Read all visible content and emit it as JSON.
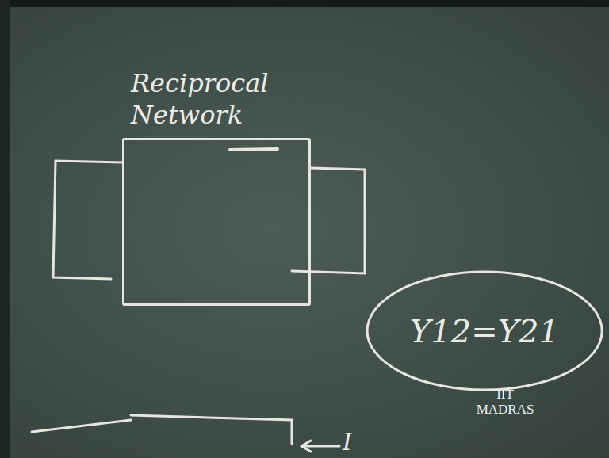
{
  "diagram": {
    "nodes": [
      {
        "text": [
          "Reciprocal Network"
        ]
      },
      {
        "text": [
          "Y12=Y21"
        ]
      }
    ],
    "labels": [
      "IIT MADRAS",
      "I"
    ]
  }
}
